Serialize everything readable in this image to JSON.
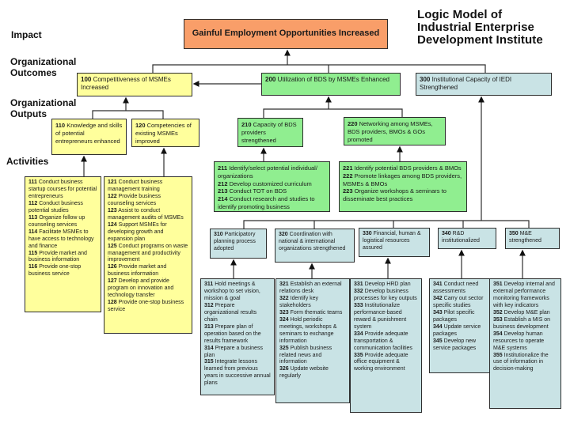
{
  "slide_title": "Logic Model of\nIndustrial Enterprise\nDevelopment Institute",
  "row_labels": {
    "impact": "Impact",
    "organizational_outcomes": "Organizational Outcomes",
    "organizational_outputs": "Organizational Outputs",
    "activities": "Activities"
  },
  "impact_box": "Gainful Employment Opportunities Increased",
  "outcomes": {
    "o100": {
      "num": "100",
      "text": "Competitiveness of MSMEs Increased"
    },
    "o200": {
      "num": "200",
      "text": "Utilization of BDS by MSMEs Enhanced"
    },
    "o300": {
      "num": "300",
      "text": "Institutional Capacity of IEDI Strengthened"
    }
  },
  "outputs": {
    "o110": {
      "num": "110",
      "text": "Knowledge and skills of potential entrepreneurs enhanced"
    },
    "o120": {
      "num": "120",
      "text": "Competencies of existing MSMEs improved"
    },
    "o210": {
      "num": "210",
      "text": "Capacity of BDS providers strengthened"
    },
    "o220": {
      "num": "220",
      "text": "Networking among MSMEs, BDS providers, BMOs & GOs promoted"
    },
    "o310": {
      "num": "310",
      "text": "Participatory planning process adopted"
    },
    "o320": {
      "num": "320",
      "text": "Coordination with national & international organizations strengthened"
    },
    "o330": {
      "num": "330",
      "text": "Financial, human & logistical resources assured"
    },
    "o340": {
      "num": "340",
      "text": "R&D institutionalized"
    },
    "o350": {
      "num": "350",
      "text": "M&E strengthened"
    }
  },
  "activities": {
    "g111": [
      {
        "num": "111",
        "text": "Conduct business startup courses for potential entrepreneurs"
      },
      {
        "num": "112",
        "text": "Conduct business potential studies"
      },
      {
        "num": "113",
        "text": "Organize follow up counseling services"
      },
      {
        "num": "114",
        "text": "Facilitate MSMEs to have access to technology and finance"
      },
      {
        "num": "115",
        "text": "Provide market and business information"
      },
      {
        "num": "116",
        "text": "Provide one-stop business service"
      }
    ],
    "g121": [
      {
        "num": "121",
        "text": "Conduct business management training"
      },
      {
        "num": "122",
        "text": "Provide business counseling services"
      },
      {
        "num": "123",
        "text": "Assist to conduct management audits of MSMEs"
      },
      {
        "num": "124",
        "text": "Support MSMEs for developing growth and expansion plan"
      },
      {
        "num": "125",
        "text": "Conduct programs on waste management and productivity improvement"
      },
      {
        "num": "126",
        "text": "Provide market and business information"
      },
      {
        "num": "127",
        "text": "Develop and provide program on innovation and technology transfer"
      },
      {
        "num": "128",
        "text": "Provide one-stop business service"
      }
    ],
    "g211": [
      {
        "num": "211",
        "text": "Identify/select potential individual/ organizations"
      },
      {
        "num": "212",
        "text": "Develop customized curriculum"
      },
      {
        "num": "213",
        "text": "Conduct TOT on BDS"
      },
      {
        "num": "214",
        "text": "Conduct research and studies to identify promoting business"
      }
    ],
    "g221": [
      {
        "num": "221",
        "text": "Identify potential BDS providers & BMOs"
      },
      {
        "num": "222",
        "text": "Promote linkages among BDS providers, MSMEs & BMOs"
      },
      {
        "num": "223",
        "text": "Organize workshops & seminars to disseminate best practices"
      }
    ],
    "g311": [
      {
        "num": "311",
        "text": "Hold meetings & workshop to set vision, mission & goal"
      },
      {
        "num": "312",
        "text": "Prepare organizational results chain"
      },
      {
        "num": "313",
        "text": "Prepare plan of operation based on the results framework"
      },
      {
        "num": "314",
        "text": "Prepare a business plan"
      },
      {
        "num": "315",
        "text": "Integrate lessons learned from previous years in successive annual plans"
      }
    ],
    "g321": [
      {
        "num": "321",
        "text": "Establish an external relations desk"
      },
      {
        "num": "322",
        "text": "Identify key stakeholders"
      },
      {
        "num": "323",
        "text": "Form thematic teams"
      },
      {
        "num": "324",
        "text": "Hold periodic meetings, workshops & seminars to exchange information"
      },
      {
        "num": "325",
        "text": "Publish business related news and information"
      },
      {
        "num": "326",
        "text": "Update website regularly"
      }
    ],
    "g331": [
      {
        "num": "331",
        "text": "Develop HRD plan"
      },
      {
        "num": "332",
        "text": "Develop business processes for key outputs"
      },
      {
        "num": "333",
        "text": "Institutionalize performance-based reward & punishment system"
      },
      {
        "num": "334",
        "text": "Provide adequate transportation & communication facilities"
      },
      {
        "num": "335",
        "text": "Provide adequate office equipment & working environment"
      }
    ],
    "g341": [
      {
        "num": "341",
        "text": "Conduct need assessments"
      },
      {
        "num": "342",
        "text": "Carry out sector specific studies"
      },
      {
        "num": "343",
        "text": "Pilot specific packages"
      },
      {
        "num": "344",
        "text": "Update service packages"
      },
      {
        "num": "345",
        "text": "Develop new service packages"
      }
    ],
    "g351": [
      {
        "num": "351",
        "text": "Develop internal and external performance monitoring frameworks with key indicators"
      },
      {
        "num": "352",
        "text": "Develop M&E plan"
      },
      {
        "num": "353",
        "text": "Establish a MIS on business development"
      },
      {
        "num": "354",
        "text": "Develop human resources to operate M&E systems"
      },
      {
        "num": "355",
        "text": "Institutionalize the use of information in decision-making"
      }
    ]
  },
  "colors": {
    "impact": "#f99e69",
    "yellow": "#ffff9c",
    "green": "#90ee90",
    "blue": "#c9e3e5",
    "border": "#2e2e2e",
    "line": "#2e2e2e",
    "text": "#1a1a1a"
  }
}
